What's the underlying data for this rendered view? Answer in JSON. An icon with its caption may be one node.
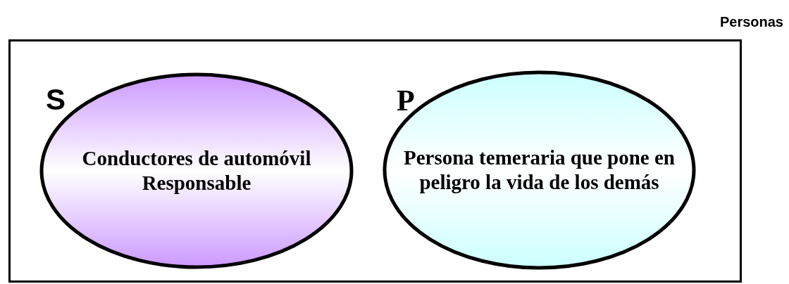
{
  "diagram": {
    "nodes": [
      {
        "text": [
          "Personas"
        ]
      },
      {
        "text": [
          "S",
          "Conductores de automóvil Responsable"
        ],
        "in": 0
      },
      {
        "text": [
          "P",
          "Persona temeraria que pone en peligro la vida de los demás"
        ],
        "in": 0
      }
    ]
  }
}
